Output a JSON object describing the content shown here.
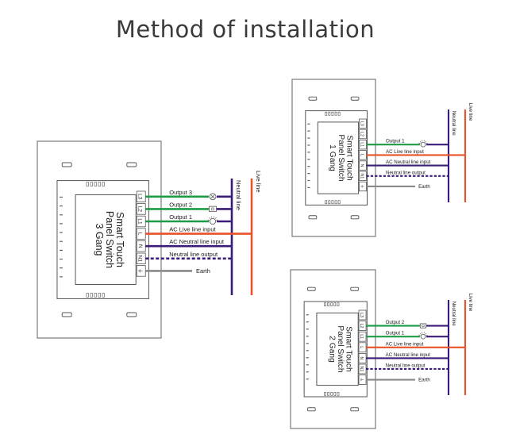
{
  "title": "Method of installation",
  "colors": {
    "live": "#e8542a",
    "neutral": "#3b1c7a",
    "output": "#1e9b46",
    "earth": "#8a8a8a",
    "frame": "#7a7a7a"
  },
  "diagrams": {
    "three_gang": {
      "panel_lines": [
        "Smart Touch",
        "Panel Switch",
        "3 Gang"
      ],
      "terminals": [
        "L3",
        "L2",
        "L1",
        "L",
        "N",
        "N1",
        "⏚"
      ],
      "outputs": [
        "Output 3",
        "Output 2",
        "Output 1"
      ],
      "live_input": "AC Live line input",
      "neutral_input": "AC Neutral line input",
      "neutral_output": "Neutral line output",
      "earth": "Earth",
      "neutral_bus": "Neutral line",
      "live_bus": "Live line"
    },
    "one_gang": {
      "panel_lines": [
        "Smart Touch",
        "Panel Switch",
        "1 Gang"
      ],
      "terminals": [
        "L3",
        "L2",
        "L1",
        "L",
        "N",
        "N1",
        "⏚"
      ],
      "outputs": [
        "Output 1"
      ],
      "live_input": "AC Live line input",
      "neutral_input": "AC Neutral line input",
      "neutral_output": "Neutral line output",
      "earth": "Earth",
      "neutral_bus": "Neutral line",
      "live_bus": "Live line"
    },
    "two_gang": {
      "panel_lines": [
        "Smart Touch",
        "Panel Switch",
        "2 Gang"
      ],
      "terminals": [
        "L3",
        "L2",
        "L1",
        "L",
        "N",
        "N1",
        "⏚"
      ],
      "outputs": [
        "Output 2",
        "Output 1"
      ],
      "live_input": "AC Live line input",
      "neutral_input": "AC Neutral line input",
      "neutral_output": "Neutral line output",
      "earth": "Earth",
      "neutral_bus": "Neutral line",
      "live_bus": "Live line"
    }
  }
}
